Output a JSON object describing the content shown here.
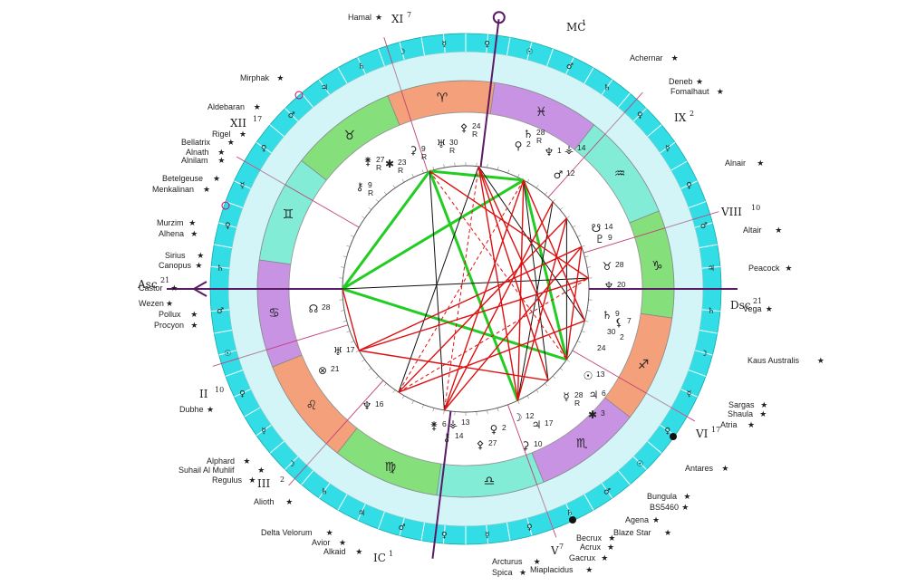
{
  "colors": {
    "outer_ring": "#33dde6",
    "inner_ring": "#d3f5f8",
    "fire": "#f4a07a",
    "earth": "#85e07b",
    "air": "#82ecd6",
    "water": "#c993e4",
    "axis": "#5a1b66",
    "cusp": "#c0407a",
    "aspect_red": "#dd1111",
    "aspect_green": "#22cc22",
    "aspect_black": "#111111"
  },
  "stars": [
    {
      "name": "Hamal"
    },
    {
      "name": "Mirphak"
    },
    {
      "name": "Aldebaran"
    },
    {
      "name": "Rigel"
    },
    {
      "name": "Bellatrix"
    },
    {
      "name": "Alnath"
    },
    {
      "name": "Alnilam"
    },
    {
      "name": "Betelgeuse"
    },
    {
      "name": "Menkalinan"
    },
    {
      "name": "Murzim"
    },
    {
      "name": "Alhena"
    },
    {
      "name": "Sirius"
    },
    {
      "name": "Canopus"
    },
    {
      "name": "Castor"
    },
    {
      "name": "Wezen"
    },
    {
      "name": "Pollux"
    },
    {
      "name": "Procyon"
    },
    {
      "name": "Dubhe"
    },
    {
      "name": "Alphard"
    },
    {
      "name": "Suhail Al Muhlif"
    },
    {
      "name": "Regulus"
    },
    {
      "name": "Alioth"
    },
    {
      "name": "Delta Velorum"
    },
    {
      "name": "Avior"
    },
    {
      "name": "Alkaid"
    },
    {
      "name": "Arcturus"
    },
    {
      "name": "Spica"
    },
    {
      "name": "Miaplacidus"
    },
    {
      "name": "Gacrux"
    },
    {
      "name": "Acrux"
    },
    {
      "name": "Becrux"
    },
    {
      "name": "Blaze Star"
    },
    {
      "name": "Agena"
    },
    {
      "name": "BS5460"
    },
    {
      "name": "Bungula"
    },
    {
      "name": "Antares"
    },
    {
      "name": "Atria"
    },
    {
      "name": "Shaula"
    },
    {
      "name": "Sargas"
    },
    {
      "name": "Kaus Australis"
    },
    {
      "name": "Vega"
    },
    {
      "name": "Peacock"
    },
    {
      "name": "Altair"
    },
    {
      "name": "Alnair"
    },
    {
      "name": "Fomalhaut"
    },
    {
      "name": "Deneb"
    },
    {
      "name": "Achernar"
    }
  ],
  "houses": [
    {
      "label": "MC",
      "sup": "1"
    },
    {
      "label": "IX",
      "sup": "2"
    },
    {
      "label": "VIII",
      "sup": "10"
    },
    {
      "label": "Dsc",
      "sup": "21"
    },
    {
      "label": "VI",
      "sup": "17"
    },
    {
      "label": "V",
      "sup": "7"
    },
    {
      "label": "IC",
      "sup": "1"
    },
    {
      "label": "III",
      "sup": "2"
    },
    {
      "label": "II",
      "sup": "10"
    },
    {
      "label": "Asc",
      "sup": "21"
    },
    {
      "label": "XII",
      "sup": "17"
    },
    {
      "label": "XI",
      "sup": "7"
    }
  ],
  "signs": [
    {
      "name": "Aries",
      "glyph": "♈"
    },
    {
      "name": "Taurus",
      "glyph": "♉"
    },
    {
      "name": "Gemini",
      "glyph": "♊"
    },
    {
      "name": "Cancer",
      "glyph": "♋"
    },
    {
      "name": "Leo",
      "glyph": "♌"
    },
    {
      "name": "Virgo",
      "glyph": "♍"
    },
    {
      "name": "Libra",
      "glyph": "♎"
    },
    {
      "name": "Scorpio",
      "glyph": "♏"
    },
    {
      "name": "Sagittarius",
      "glyph": "♐"
    },
    {
      "name": "Capricorn",
      "glyph": "♑"
    },
    {
      "name": "Aquarius",
      "glyph": "♒"
    },
    {
      "name": "Pisces",
      "glyph": "♓"
    }
  ],
  "planets": [
    {
      "glyph": "☊",
      "deg": "28"
    },
    {
      "glyph": "♅",
      "deg": "17"
    },
    {
      "glyph": "⊗",
      "deg": "21"
    },
    {
      "glyph": "♆",
      "deg": "16"
    },
    {
      "glyph": "⚷",
      "deg": "9",
      "retro": "R"
    },
    {
      "glyph": "✱",
      "deg": "23",
      "retro": "R"
    },
    {
      "glyph": "⚵",
      "deg": "27",
      "retro": "R"
    },
    {
      "glyph": "⚳",
      "deg": "9",
      "retro": "R"
    },
    {
      "glyph": "♅",
      "deg": "30",
      "retro": "R"
    },
    {
      "glyph": "⚴",
      "deg": "24",
      "retro": "R"
    },
    {
      "glyph": "⚲",
      "deg": "2"
    },
    {
      "glyph": "♄",
      "deg": "28",
      "retro": "R"
    },
    {
      "glyph": "⚶",
      "deg": "14"
    },
    {
      "glyph": "♆",
      "deg": "1"
    },
    {
      "glyph": "♂",
      "deg": "12"
    },
    {
      "glyph": "☋",
      "deg": "14"
    },
    {
      "glyph": "♇",
      "deg": "9"
    },
    {
      "glyph": "♉",
      "deg": "28"
    },
    {
      "glyph": "♆",
      "deg": "20"
    },
    {
      "glyph": "♄",
      "deg": "9"
    },
    {
      "glyph": "⚸",
      "deg": "7"
    },
    {
      "glyph": "",
      "deg": "30"
    },
    {
      "glyph": "",
      "deg": "2"
    },
    {
      "glyph": "",
      "deg": "24"
    },
    {
      "glyph": "☉",
      "deg": "13"
    },
    {
      "glyph": "☿",
      "deg": "28",
      "retro": "R"
    },
    {
      "glyph": "♃",
      "deg": "6"
    },
    {
      "glyph": "✱",
      "deg": "3"
    },
    {
      "glyph": "☽",
      "deg": "12"
    },
    {
      "glyph": "♃",
      "deg": "17"
    },
    {
      "glyph": "♀",
      "deg": "2"
    },
    {
      "glyph": "⚳",
      "deg": "10"
    },
    {
      "glyph": "⚴",
      "deg": "27"
    },
    {
      "glyph": "⚵",
      "deg": "6"
    },
    {
      "glyph": "⚶",
      "deg": "13"
    },
    {
      "glyph": "⚷",
      "deg": "14"
    }
  ]
}
